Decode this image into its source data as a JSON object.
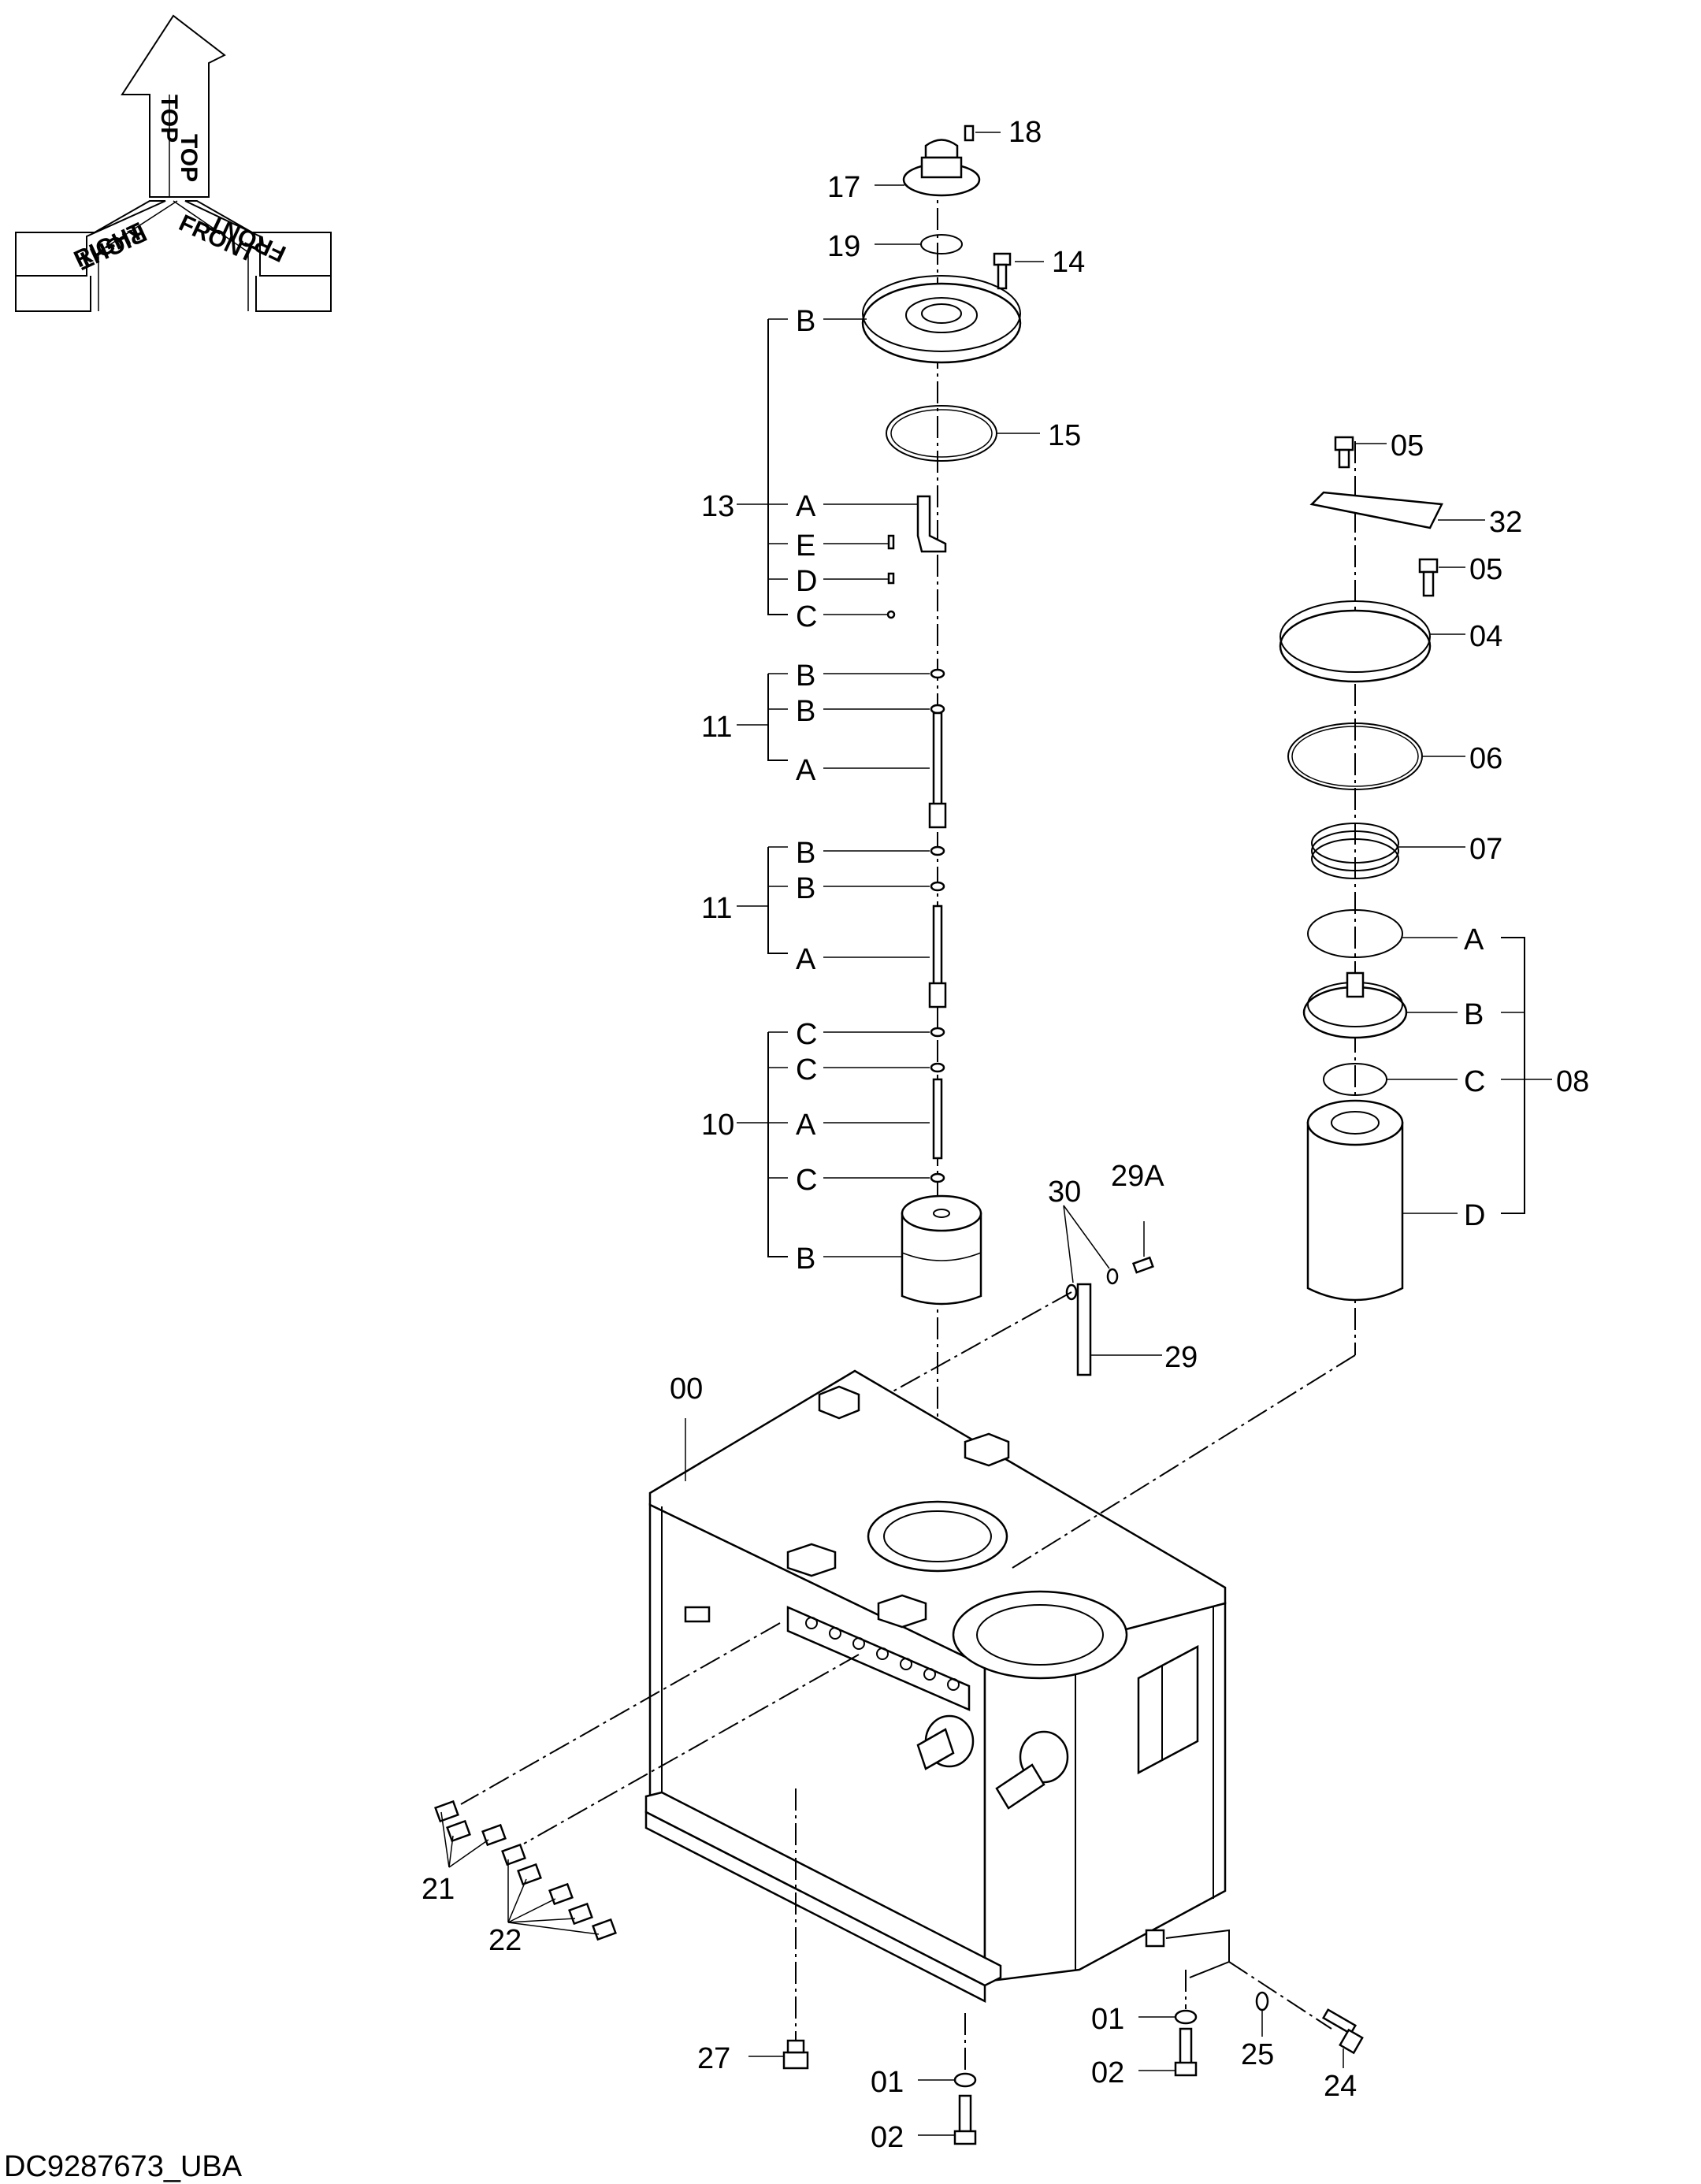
{
  "orientation": {
    "top": "TOP",
    "top_mirror": "TOP",
    "right": "RIGHT",
    "right_mirror": "RIGHT",
    "front": "FRONT",
    "front_mirror": "FRONT"
  },
  "labels": {
    "p18": "18",
    "p17": "17",
    "p19": "19",
    "p14": "14",
    "p15": "15",
    "p13": "13",
    "p13B": "B",
    "p13A": "A",
    "p13E": "E",
    "p13D": "D",
    "p13C": "C",
    "p11a": "11",
    "p11aB1": "B",
    "p11aB2": "B",
    "p11aA": "A",
    "p11b": "11",
    "p11bB1": "B",
    "p11bB2": "B",
    "p11bA": "A",
    "p10": "10",
    "p10C1": "C",
    "p10C2": "C",
    "p10A": "A",
    "p10C3": "C",
    "p10B": "B",
    "p05a": "05",
    "p32": "32",
    "p05b": "05",
    "p04": "04",
    "p06": "06",
    "p07": "07",
    "p08": "08",
    "p08A": "A",
    "p08B": "B",
    "p08C": "C",
    "p08D": "D",
    "p30": "30",
    "p29A": "29A",
    "p29": "29",
    "p00": "00",
    "p21": "21",
    "p22": "22",
    "p27": "27",
    "p01a": "01",
    "p02a": "02",
    "p01b": "01",
    "p02b": "02",
    "p25": "25",
    "p24": "24"
  },
  "drawing_id": "DC9287673_UBA"
}
